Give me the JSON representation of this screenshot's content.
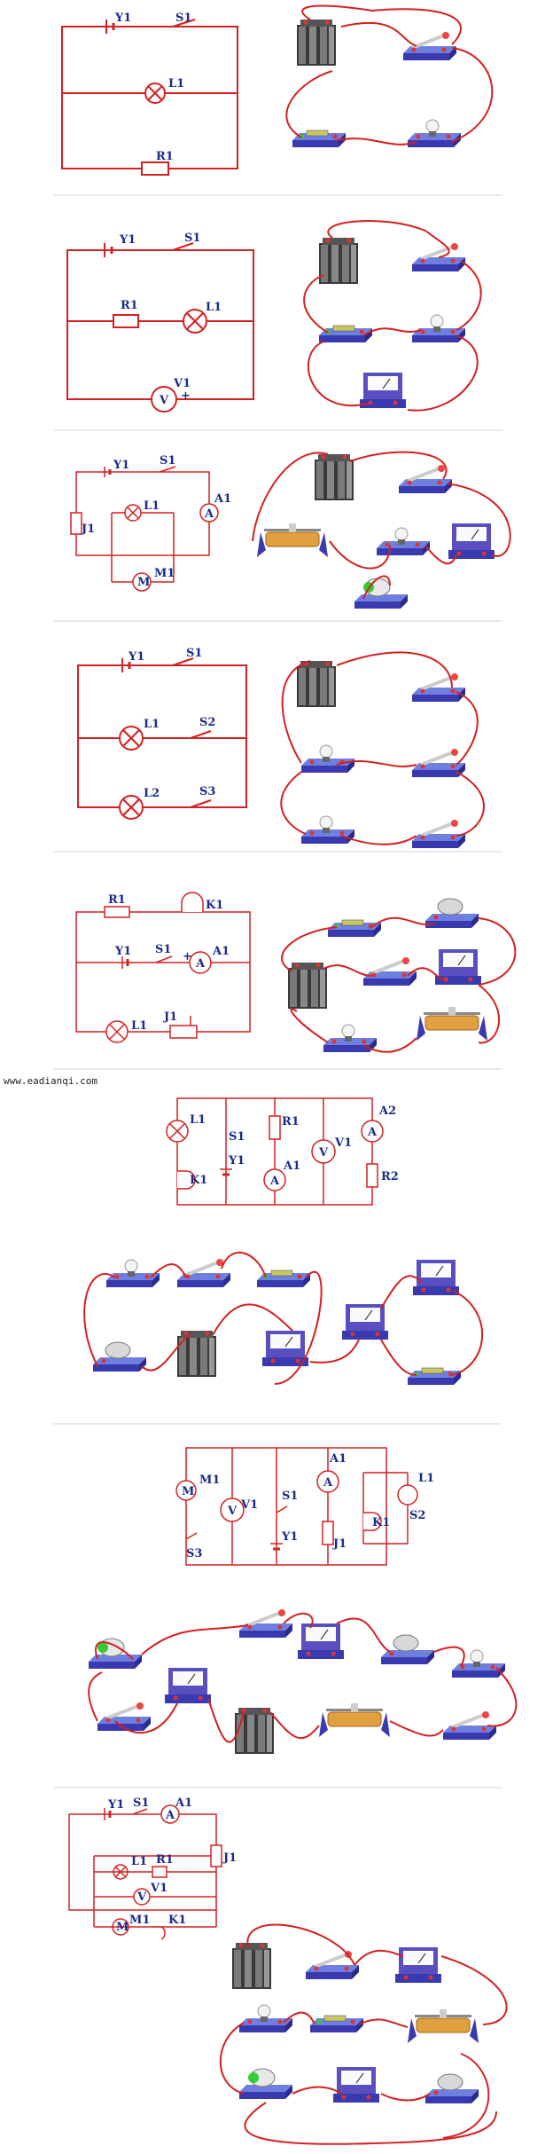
{
  "watermark": "www.eadianqi.com",
  "colors": {
    "wire": "#d42020",
    "label": "#1a2a8a",
    "separator": "#d6d6d6"
  },
  "diagrams": [
    {
      "battery": "Y1",
      "switch": "S1",
      "lamp": "L1",
      "resistor": "R1"
    },
    {
      "battery": "Y1",
      "switch": "S1",
      "resistor": "R1",
      "lamp": "L1",
      "voltmeter": "V1",
      "voltmeter_symbol": "V",
      "plus": "+"
    },
    {
      "battery": "Y1",
      "switch": "S1",
      "ammeter": "A1",
      "ammeter_symbol": "A",
      "rheostat": "J1",
      "lamp": "L1",
      "motor": "M1",
      "motor_symbol": "M"
    },
    {
      "battery": "Y1",
      "switch1": "S1",
      "lamp1": "L1",
      "switch2": "S2",
      "lamp2": "L2",
      "switch3": "S3"
    },
    {
      "resistor": "R1",
      "bell": "K1",
      "battery": "Y1",
      "switch": "S1",
      "ammeter": "A1",
      "ammeter_symbol": "A",
      "lamp": "L1",
      "rheostat": "J1",
      "plus": "+"
    },
    {
      "lamp": "L1",
      "switch": "S1",
      "resistor1": "R1",
      "ammeter1": "A1",
      "voltmeter": "V1",
      "ammeter2": "A2",
      "bell": "K1",
      "battery": "Y1",
      "resistor2": "R2",
      "ammeter_symbol": "A",
      "voltmeter_symbol": "V",
      "plus": "+"
    },
    {
      "motor": "M1",
      "motor_symbol": "M",
      "voltmeter": "V1",
      "voltmeter_symbol": "V",
      "switch1": "S1",
      "ammeter": "A1",
      "ammeter_symbol": "A",
      "lamp": "L1",
      "switch3": "S3",
      "battery": "Y1",
      "rheostat": "J1",
      "bell": "K1",
      "switch2": "S2",
      "plus": "+"
    },
    {
      "battery": "Y1",
      "switch": "S1",
      "ammeter": "A1",
      "ammeter_symbol": "A",
      "lamp": "L1",
      "resistor": "R1",
      "rheostat": "J1",
      "voltmeter": "V1",
      "voltmeter_symbol": "V",
      "motor": "M1",
      "motor_symbol": "M",
      "bell": "K1",
      "plus": "+"
    }
  ]
}
